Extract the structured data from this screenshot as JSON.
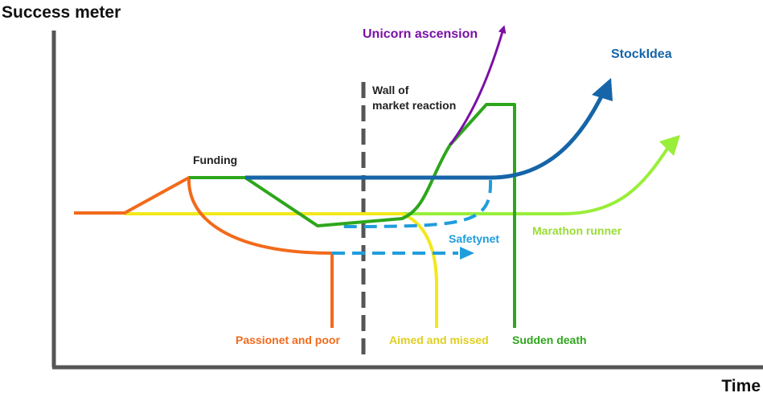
{
  "axes": {
    "y_label": "Success meter",
    "x_label": "Time"
  },
  "annotations": {
    "funding": "Funding",
    "wall_line1": "Wall of",
    "wall_line2": "market reaction"
  },
  "paths": {
    "unicorn": {
      "label": "Unicorn ascension",
      "color": "#7b10a8"
    },
    "stockidea": {
      "label": "StockIdea",
      "color": "#1565a8"
    },
    "marathon": {
      "label": "Marathon runner",
      "color": "#99ee3a"
    },
    "safetynet": {
      "label": "Safetynet",
      "color": "#1f9ddd"
    },
    "passionet": {
      "label": "Passionet and poor",
      "color": "#f26a1b"
    },
    "aimed": {
      "label": "Aimed and missed",
      "color": "#e8d81a"
    },
    "sudden": {
      "label": "Sudden death",
      "color": "#2ea61c"
    }
  },
  "colors": {
    "axis": "#555555",
    "wall": "#555555",
    "text": "#111111"
  }
}
